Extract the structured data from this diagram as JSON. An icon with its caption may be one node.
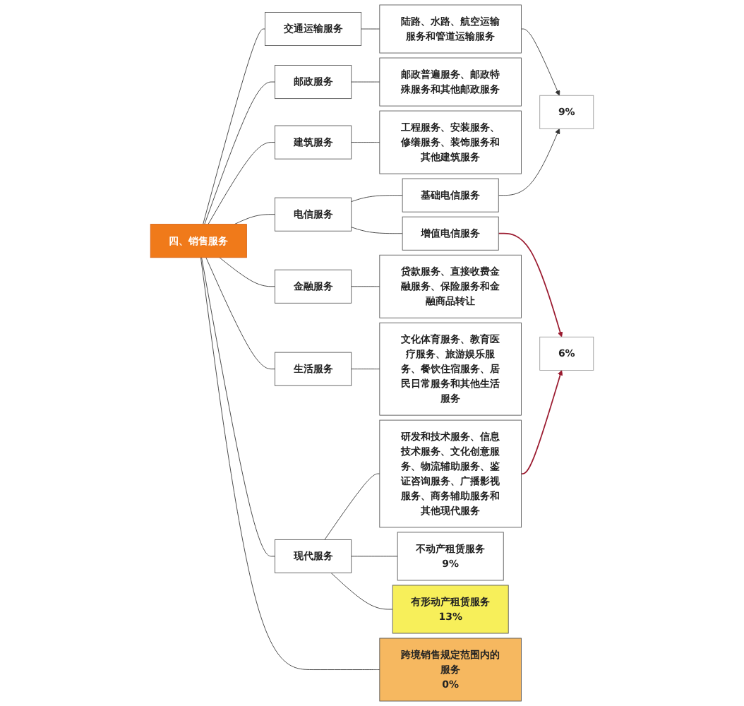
{
  "diagram": {
    "nodes": [
      {
        "text": [
          "四、销售服务"
        ]
      },
      {
        "text": [
          "交通运输服务"
        ]
      },
      {
        "text": [
          "陆路、水路、航空运输服务和管道运输服务"
        ]
      },
      {
        "text": [
          "邮政服务"
        ]
      },
      {
        "text": [
          "邮政普遍服务、邮政特殊服务和其他邮政服务"
        ]
      },
      {
        "text": [
          "建筑服务"
        ]
      },
      {
        "text": [
          "工程服务、安装服务、修缮服务、装饰服务和其他建筑服务"
        ]
      },
      {
        "text": [
          "电信服务"
        ]
      },
      {
        "text": [
          "基础电信服务"
        ]
      },
      {
        "text": [
          "增值电信服务"
        ]
      },
      {
        "text": [
          "金融服务"
        ]
      },
      {
        "text": [
          "贷款服务、直接收费金融服务、保险服务和金融商品转让"
        ]
      },
      {
        "text": [
          "生活服务"
        ]
      },
      {
        "text": [
          "文化体育服务、教育医疗服务、旅游娱乐服务、餐饮住宿服务、居民日常服务和其他生活服务"
        ]
      },
      {
        "text": [
          "现代服务"
        ]
      },
      {
        "text": [
          "研发和技术服务、信息技术服务、文化创意服务、物流辅助服务、鉴证咨询服务、广播影视服务、商务辅助服务和其他现代服务"
        ]
      },
      {
        "text": [
          "不动产租赁服务",
          "9%"
        ]
      },
      {
        "text": [
          "有形动产租赁服务",
          "13%"
        ]
      },
      {
        "text": [
          "跨境销售规定范围内的服务",
          "0%"
        ]
      },
      {
        "text": [
          "9%"
        ]
      },
      {
        "text": [
          "6%"
        ]
      }
    ],
    "edges": [
      {
        "from": 0,
        "to": 1,
        "arrow": "none"
      },
      {
        "from": 0,
        "to": 3,
        "arrow": "none"
      },
      {
        "from": 0,
        "to": 5,
        "arrow": "none"
      },
      {
        "from": 0,
        "to": 7,
        "arrow": "none"
      },
      {
        "from": 0,
        "to": 10,
        "arrow": "none"
      },
      {
        "from": 0,
        "to": 12,
        "arrow": "none"
      },
      {
        "from": 0,
        "to": 14,
        "arrow": "none"
      },
      {
        "from": 0,
        "to": 18,
        "arrow": "none"
      },
      {
        "from": 1,
        "to": 2,
        "arrow": "none"
      },
      {
        "from": 3,
        "to": 4,
        "arrow": "none"
      },
      {
        "from": 5,
        "to": 6,
        "arrow": "none"
      },
      {
        "from": 7,
        "to": 8,
        "arrow": "none"
      },
      {
        "from": 7,
        "to": 9,
        "arrow": "none"
      },
      {
        "from": 10,
        "to": 11,
        "arrow": "none"
      },
      {
        "from": 12,
        "to": 13,
        "arrow": "none"
      },
      {
        "from": 14,
        "to": 15,
        "arrow": "none"
      },
      {
        "from": 14,
        "to": 16,
        "arrow": "none"
      },
      {
        "from": 14,
        "to": 17,
        "arrow": "none"
      },
      {
        "from": 2,
        "to": 19,
        "arrow": "to"
      },
      {
        "from": 8,
        "to": 19,
        "arrow": "to"
      },
      {
        "from": 9,
        "to": 20,
        "arrow": "to",
        "color": "#9b1b30"
      },
      {
        "from": 15,
        "to": 20,
        "arrow": "to",
        "color": "#9b1b30"
      }
    ]
  }
}
